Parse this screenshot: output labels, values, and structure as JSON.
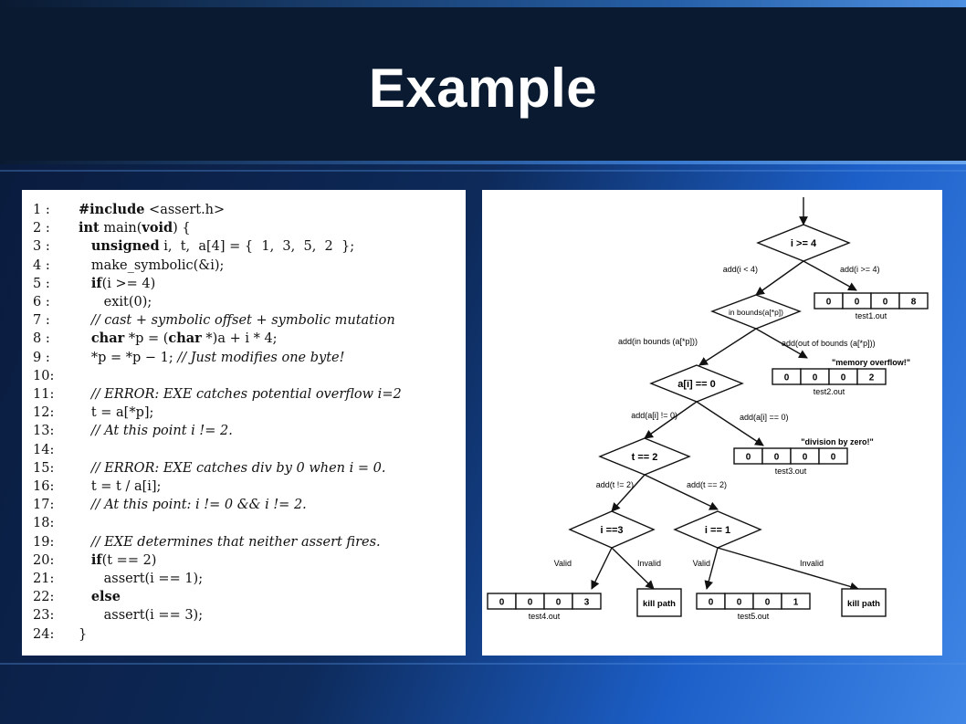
{
  "slide": {
    "title": "Example"
  },
  "code": {
    "lines": [
      {
        "num": "1 :",
        "segments": [
          {
            "t": "#include",
            "s": "kw"
          },
          {
            "t": " <assert.h>",
            "s": ""
          }
        ]
      },
      {
        "num": "2 :",
        "segments": [
          {
            "t": "int",
            "s": "kw"
          },
          {
            "t": " main(",
            "s": ""
          },
          {
            "t": "void",
            "s": "kw"
          },
          {
            "t": ") {",
            "s": ""
          }
        ]
      },
      {
        "num": "3 :",
        "segments": [
          {
            "t": "   ",
            "s": ""
          },
          {
            "t": "unsigned",
            "s": "kw"
          },
          {
            "t": " i,  t,  a[4] = {  1,  3,  5,  2  };",
            "s": ""
          }
        ]
      },
      {
        "num": "4 :",
        "segments": [
          {
            "t": "   make_symbolic(&i);",
            "s": ""
          }
        ]
      },
      {
        "num": "5 :",
        "segments": [
          {
            "t": "   ",
            "s": ""
          },
          {
            "t": "if",
            "s": "kw"
          },
          {
            "t": "(i >= 4)",
            "s": ""
          }
        ]
      },
      {
        "num": "6 :",
        "segments": [
          {
            "t": "      exit(0);",
            "s": ""
          }
        ]
      },
      {
        "num": "7 :",
        "segments": [
          {
            "t": "   // cast + symbolic offset + symbolic mutation",
            "s": "cm"
          }
        ]
      },
      {
        "num": "8 :",
        "segments": [
          {
            "t": "   ",
            "s": ""
          },
          {
            "t": "char",
            "s": "kw"
          },
          {
            "t": " *p = (",
            "s": ""
          },
          {
            "t": "char",
            "s": "kw"
          },
          {
            "t": " *)a + i * 4;",
            "s": ""
          }
        ]
      },
      {
        "num": "9 :",
        "segments": [
          {
            "t": "   *p = *p − 1; ",
            "s": ""
          },
          {
            "t": "// Just modifies one byte!",
            "s": "cm"
          }
        ]
      },
      {
        "num": "10:",
        "segments": []
      },
      {
        "num": "11:",
        "segments": [
          {
            "t": "   // ERROR: EXE catches potential overflow i=2",
            "s": "cm"
          }
        ]
      },
      {
        "num": "12:",
        "segments": [
          {
            "t": "   t = a[*p];",
            "s": ""
          }
        ]
      },
      {
        "num": "13:",
        "segments": [
          {
            "t": "   // At this point i != 2.",
            "s": "cm"
          }
        ]
      },
      {
        "num": "14:",
        "segments": []
      },
      {
        "num": "15:",
        "segments": [
          {
            "t": "   // ERROR: EXE catches div by 0 when i = 0.",
            "s": "cm"
          }
        ]
      },
      {
        "num": "16:",
        "segments": [
          {
            "t": "   t = t / a[i];",
            "s": ""
          }
        ]
      },
      {
        "num": "17:",
        "segments": [
          {
            "t": "   // At this point: i != 0 && i != 2.",
            "s": "cm"
          }
        ]
      },
      {
        "num": "18:",
        "segments": []
      },
      {
        "num": "19:",
        "segments": [
          {
            "t": "   // EXE determines that neither assert fires.",
            "s": "cm"
          }
        ]
      },
      {
        "num": "20:",
        "segments": [
          {
            "t": "   ",
            "s": ""
          },
          {
            "t": "if",
            "s": "kw"
          },
          {
            "t": "(t == 2)",
            "s": ""
          }
        ]
      },
      {
        "num": "21:",
        "segments": [
          {
            "t": "      assert(i == 1);",
            "s": ""
          }
        ]
      },
      {
        "num": "22:",
        "segments": [
          {
            "t": "   ",
            "s": ""
          },
          {
            "t": "else",
            "s": "kw"
          }
        ]
      },
      {
        "num": "23:",
        "segments": [
          {
            "t": "      assert(i == 3);",
            "s": ""
          }
        ]
      },
      {
        "num": "24:",
        "segments": [
          {
            "t": "}",
            "s": ""
          }
        ]
      }
    ]
  },
  "tree": {
    "decisions": [
      "i >= 4",
      "in bounds(a[*p])",
      "a[i] == 0",
      "t == 2",
      "i ==3",
      "i == 1"
    ],
    "edge_labels": [
      "add(i < 4)",
      "add(i >= 4)",
      "add(in bounds (a[*p]))",
      "add(out of bounds (a[*p]))",
      "add(a[i] != 0)",
      "add(a[i] == 0)",
      "add(t != 2)",
      "add(t == 2)",
      "Valid",
      "Invalid",
      "Valid",
      "Invalid"
    ],
    "tests": [
      {
        "cells": [
          "0",
          "0",
          "0",
          "8"
        ],
        "label": "test1.out",
        "note": ""
      },
      {
        "cells": [
          "0",
          "0",
          "0",
          "2"
        ],
        "label": "test2.out",
        "note": "\"memory overflow!\""
      },
      {
        "cells": [
          "0",
          "0",
          "0",
          "0"
        ],
        "label": "test3.out",
        "note": "\"division by zero!\""
      },
      {
        "cells": [
          "0",
          "0",
          "0",
          "3"
        ],
        "label": "test4.out",
        "note": ""
      },
      {
        "cells": [
          "0",
          "0",
          "0",
          "1"
        ],
        "label": "test5.out",
        "note": ""
      }
    ],
    "kill_labels": [
      "kill path",
      "kill path"
    ]
  }
}
